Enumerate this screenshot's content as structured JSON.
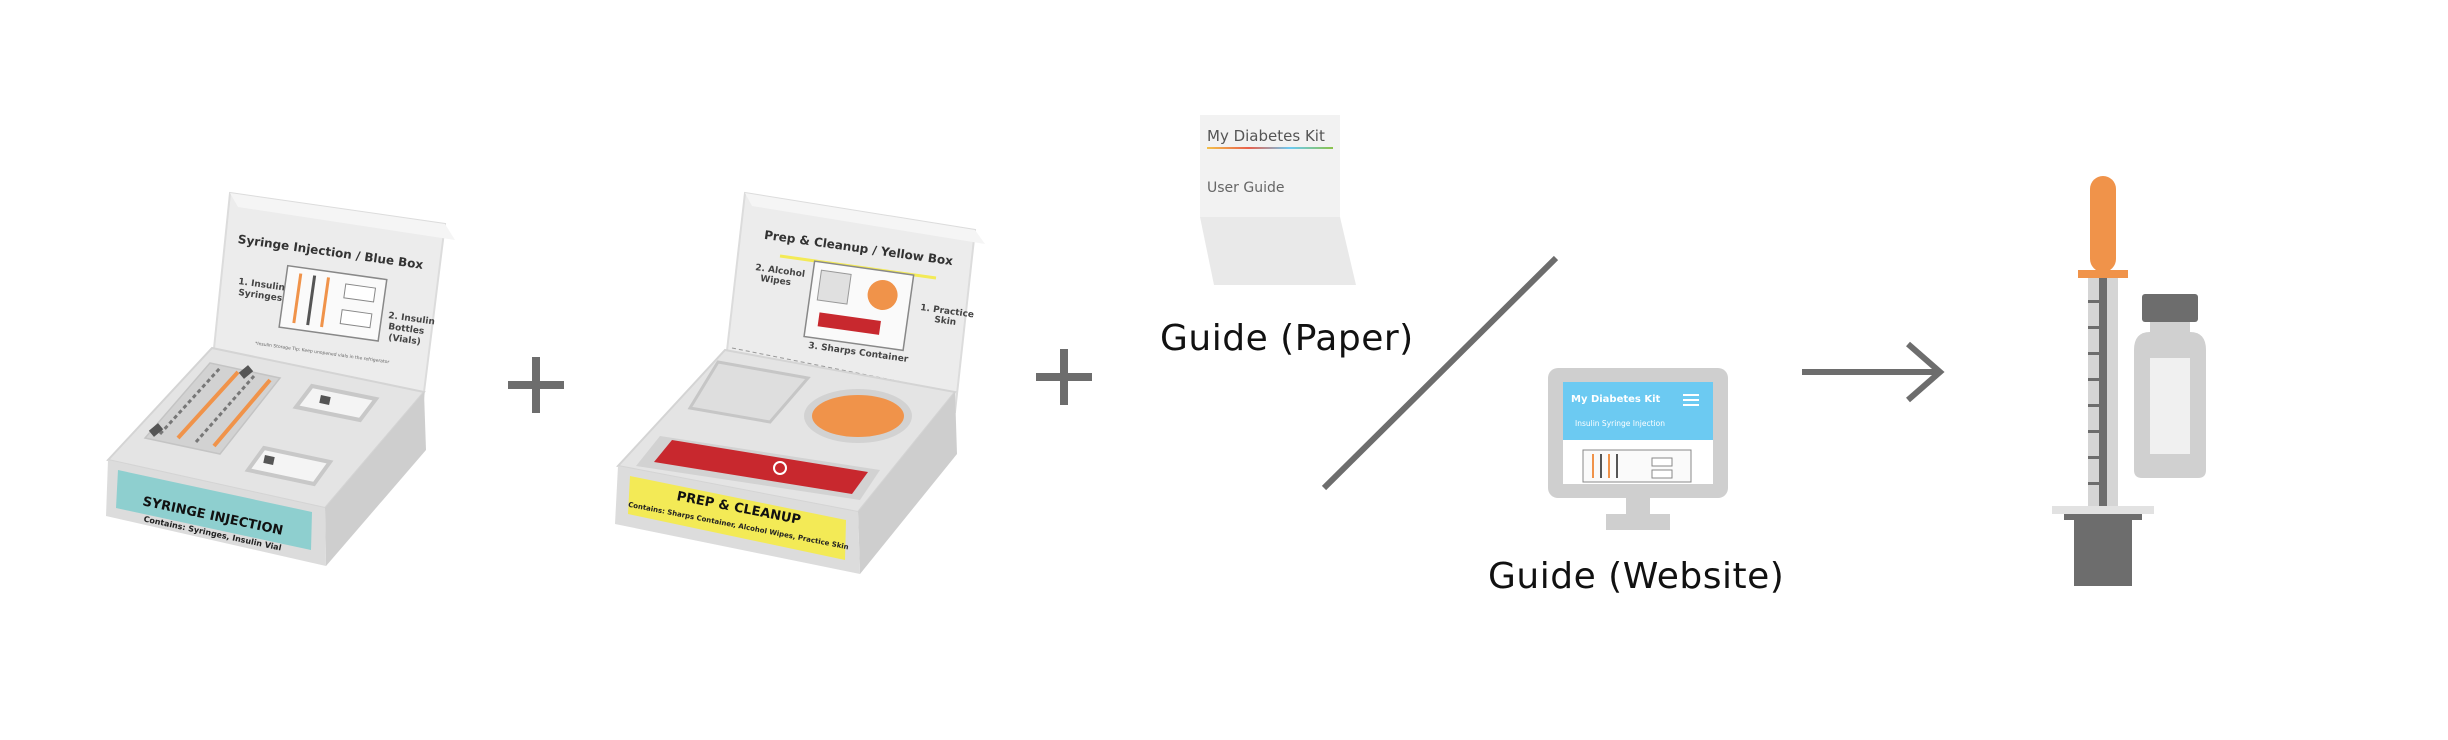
{
  "captions": {
    "paper": "Guide (Paper)",
    "website": "Guide (Website)"
  },
  "syringe_box": {
    "lid_title": "Syringe Injection / Blue Box",
    "label_insulin_syringes_1": "1. Insulin",
    "label_insulin_syringes_2": "Syringes",
    "label_insulin_bottles_1": "2. Insulin",
    "label_insulin_bottles_2": "Bottles",
    "label_insulin_bottles_3": "(Vials)",
    "lid_note": "*Insulin Storage Tip: Keep unopened vials in the refrigerator",
    "front_title": "SYRINGE INJECTION",
    "front_subtitle": "Contains: Syringes, Insulin Vial"
  },
  "prep_box": {
    "lid_title": "Prep & Cleanup / Yellow Box",
    "label_wipes_1": "2. Alcohol",
    "label_wipes_2": "Wipes",
    "label_skin_1": "1. Practice",
    "label_skin_2": "Skin",
    "label_sharps": "3. Sharps Container",
    "front_title": "PREP & CLEANUP",
    "front_subtitle": "Contains: Sharps Container, Alcohol Wipes, Practice Skin"
  },
  "paper_guide": {
    "brand": "My Diabetes Kit",
    "subtitle": "User Guide"
  },
  "website_guide": {
    "brand": "My Diabetes Kit",
    "page": "Insulin Syringe Injection"
  },
  "colors": {
    "teal": "#8ecfcf",
    "yellow": "#f3ea56",
    "orange": "#f0934a",
    "red": "#c8282e",
    "sky": "#6ccaf2",
    "dark_gray": "#6d6d6d"
  }
}
